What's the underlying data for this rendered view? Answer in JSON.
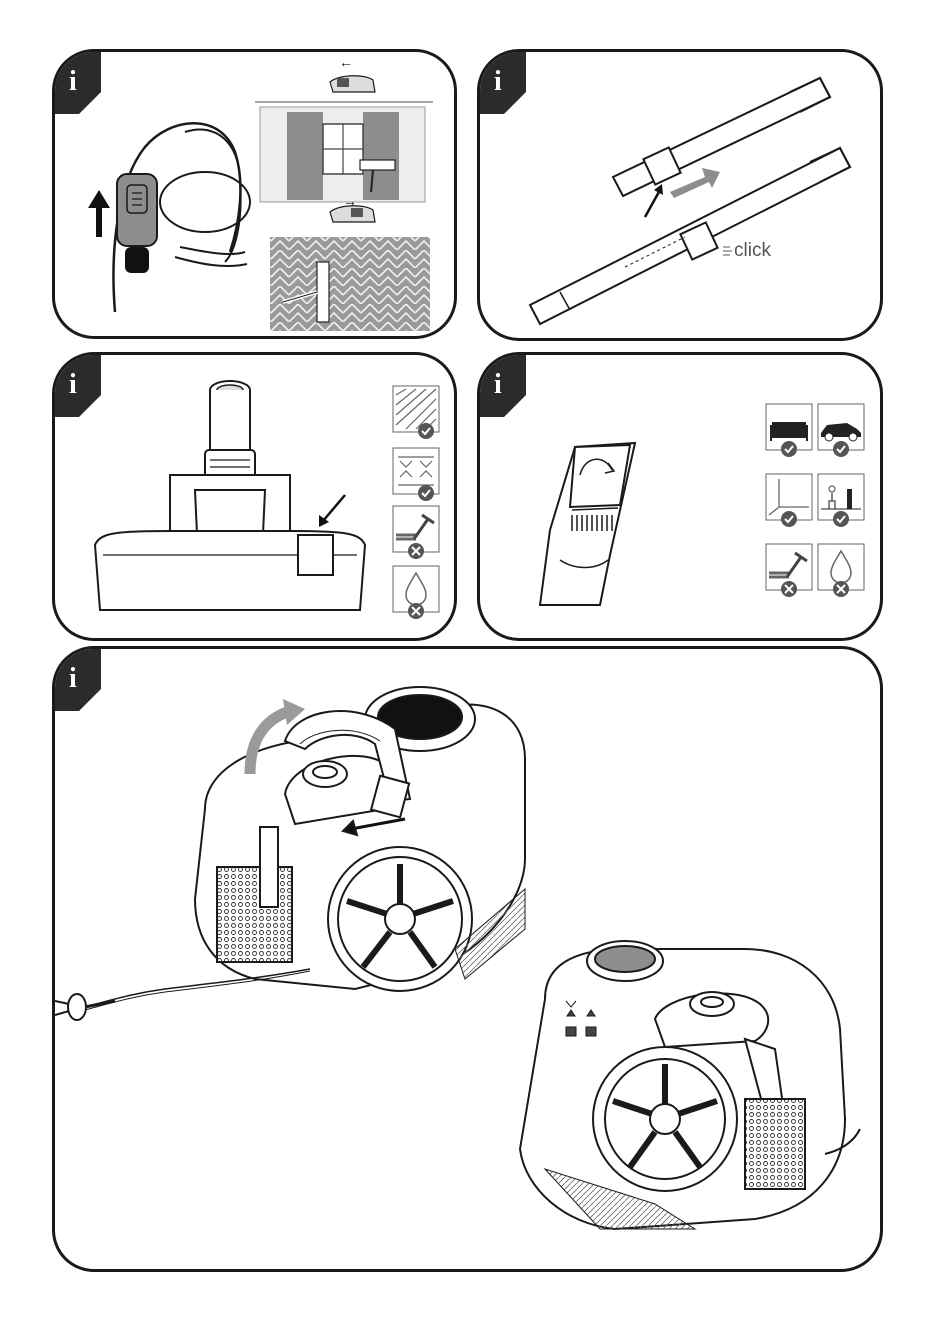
{
  "panels": {
    "p1": {
      "badge": "i",
      "switch_left_arrow": "←",
      "switch_right_arrow": "→"
    },
    "p2": {
      "badge": "i",
      "click_label": "click"
    },
    "p3": {
      "badge": "i",
      "suitability": [
        {
          "surface": "carpet",
          "status": "ok"
        },
        {
          "surface": "rug",
          "status": "ok"
        },
        {
          "surface": "hard-floor",
          "status": "no"
        },
        {
          "surface": "liquid",
          "status": "no"
        }
      ]
    },
    "p4": {
      "badge": "i",
      "suitability": [
        {
          "surface": "sofa",
          "status": "ok"
        },
        {
          "surface": "car",
          "status": "ok"
        },
        {
          "surface": "corner",
          "status": "ok"
        },
        {
          "surface": "shelf",
          "status": "ok"
        },
        {
          "surface": "hard-floor",
          "status": "no"
        },
        {
          "surface": "liquid",
          "status": "no"
        }
      ]
    },
    "p5": {
      "badge": "i"
    }
  },
  "colors": {
    "badge": "#2b2b2b",
    "line": "#1a1a1a",
    "grey_fill": "#8d8d8d",
    "light_grey": "#c8c8c8"
  }
}
